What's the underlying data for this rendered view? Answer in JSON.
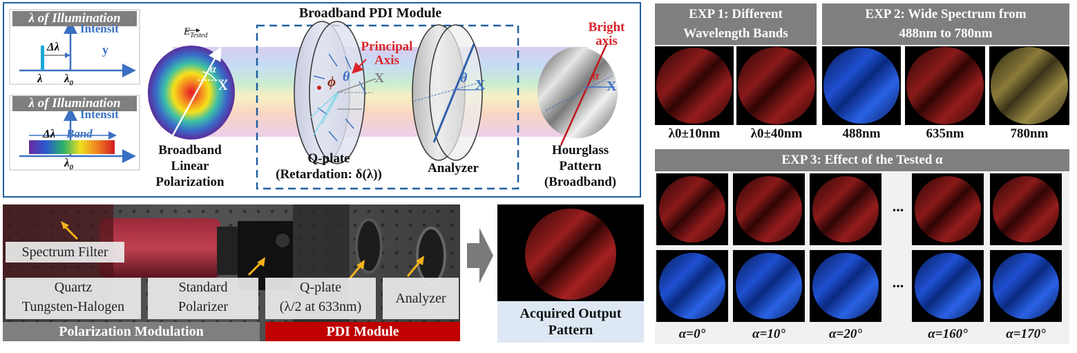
{
  "setup_diagram": {
    "module_title": "Broadband PDI Module",
    "illum_top": {
      "header": "λ of Illumination",
      "y_axis": "Intensit",
      "x_axis": "y",
      "delta": "Δλ",
      "lambda": "λ",
      "lambda0": "λ",
      "lambda0_sub": "0"
    },
    "illum_bottom": {
      "header": "λ of Illumination",
      "y_axis": "Intensit",
      "delta": "Δλ",
      "band": "Band",
      "lambda0": "λ",
      "lambda0_sub": "0"
    },
    "source_label": [
      "Broadband",
      "Linear",
      "Polarization"
    ],
    "e_tested": "E",
    "e_tested_sub": "Tested",
    "alpha": "α",
    "x_axis_letter": "X",
    "phi": "ϕ",
    "theta": "θ",
    "principal_axis": [
      "Principal",
      "Axis"
    ],
    "qplate_label": [
      "Q-plate",
      "(Retardation: δ(λ))"
    ],
    "analyzer_label": "Analyzer",
    "bright_axis": [
      "Bright",
      "axis"
    ],
    "output_label": [
      "Hourglass",
      "Pattern",
      "(Broadband)"
    ],
    "colors": {
      "frame": "#1f5fa0",
      "red_text": "#d9252b",
      "blue_text": "#3a70c2"
    }
  },
  "exp1": {
    "title": [
      "EXP 1: Different",
      "Wavelength Bands"
    ],
    "captions": [
      "λ0±10nm",
      "λ0±40nm"
    ]
  },
  "exp2": {
    "title": [
      "EXP 2: Wide Spectrum from",
      "488nm to 780nm"
    ],
    "captions": [
      "488nm",
      "635nm",
      "780nm"
    ]
  },
  "exp3": {
    "title": "EXP 3: Effect of the Tested α",
    "captions": [
      "α=0°",
      "α=10°",
      "α=20°",
      "α=160°",
      "α=170°"
    ],
    "ellipsis": "..."
  },
  "photo": {
    "spectrum_filter": "Spectrum Filter",
    "source": [
      "Quartz",
      "Tungsten-Halogen"
    ],
    "polarizer": [
      "Standard",
      "Polarizer"
    ],
    "qplate": [
      "Q-plate",
      "(λ/2 at 633nm)"
    ],
    "analyzer": "Analyzer",
    "polarization_modulation": "Polarization Modulation",
    "pdi_module": "PDI Module"
  },
  "output": {
    "label": [
      "Acquired Output",
      "Pattern"
    ]
  }
}
